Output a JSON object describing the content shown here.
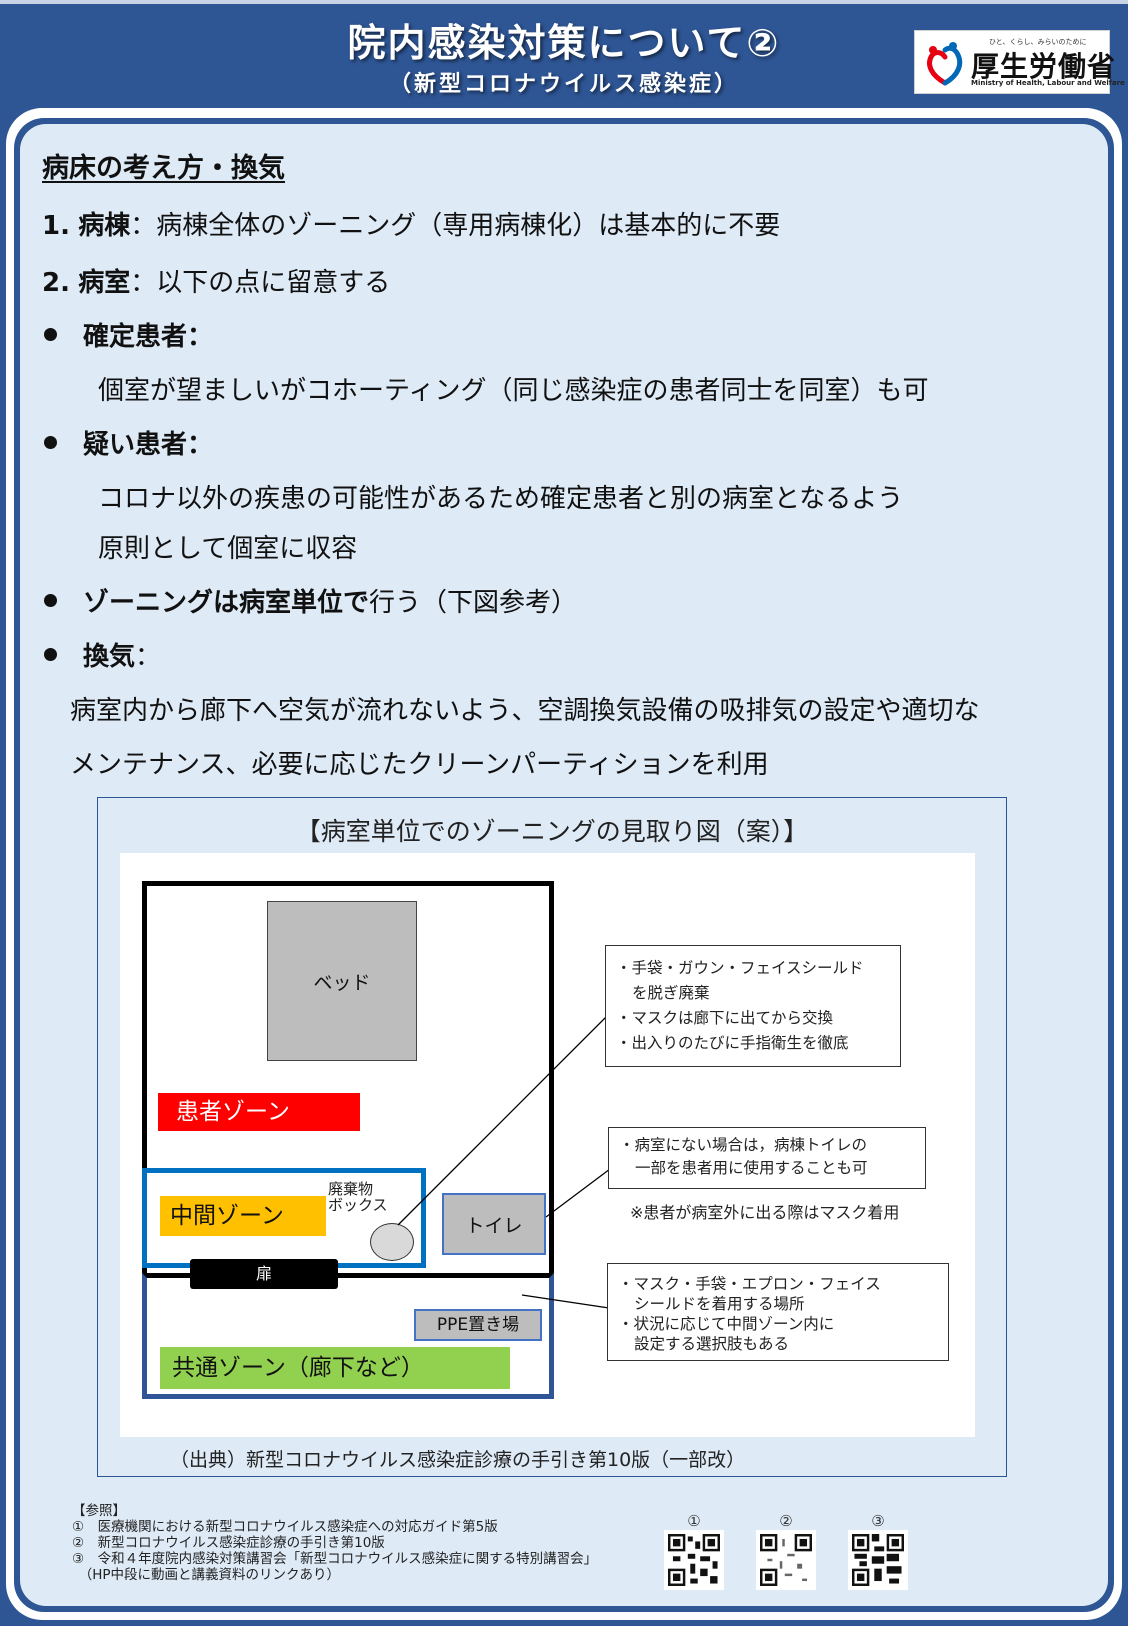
{
  "header": {
    "title": "院内感染対策について②",
    "subtitle": "（新型コロナウイルス感染症）",
    "logo": {
      "tagline": "ひと、くらし、みらいのために",
      "name": "厚生労働省",
      "english": "Ministry of Health, Labour and Welfare",
      "icon": "mhlw-logo-mark"
    }
  },
  "colors": {
    "frame_blue": "#2E5594",
    "panel_bg": "#DEEAF6",
    "patient_zone": "#FF0000",
    "middle_zone": "#FFC000",
    "common_zone": "#92D050",
    "middle_zone_border": "#0070C0"
  },
  "section": {
    "title": "病床の考え方・換気",
    "items": [
      {
        "num": "1.",
        "label": "病棟",
        "sep": "：",
        "text": "病棟全体のゾーニング（専用病棟化）は基本的に不要"
      },
      {
        "num": "2.",
        "label": "病室",
        "sep": "：",
        "text": "以下の点に留意する"
      }
    ],
    "bullets": [
      {
        "label": "確定患者：",
        "lines": [
          "個室が望ましいがコホーティング（同じ感染症の患者同士を同室）も可"
        ]
      },
      {
        "label": "疑い患者：",
        "lines": [
          "コロナ以外の疾患の可能性があるため確定患者と別の病室となるよう",
          "原則として個室に収容"
        ]
      },
      {
        "label": "ゾーニングは病室単位で",
        "suffix": "行う（下図参考）",
        "lines": []
      },
      {
        "label": "換気",
        "suffix": "：",
        "lines": [
          "病室内から廊下へ空気が流れないよう、空調換気設備の吸排気の設定や適切な",
          "メンテナンス、必要に応じたクリーンパーティションを利用"
        ]
      }
    ]
  },
  "figure": {
    "title": "【病室単位でのゾーニングの見取り図（案）】",
    "labels": {
      "bed": "ベッド",
      "patient_zone": "患者ゾーン",
      "middle_zone": "中間ゾーン",
      "waste_box_line1": "廃棄物",
      "waste_box_line2": "ボックス",
      "toilet": "トイレ",
      "door": "扉",
      "ppe": "PPE置き場",
      "common_zone": "共通ゾーン（廊下など）"
    },
    "callouts": {
      "waste": [
        "・手袋・ガウン・フェイスシールド",
        "を脱ぎ廃棄",
        "・マスクは廊下に出てから交換",
        "・出入りのたびに手指衛生を徹底"
      ],
      "toilet": [
        "・病室にない場合は，病棟トイレの",
        "一部を患者用に使用することも可"
      ],
      "toilet_note": "※患者が病室外に出る際はマスク着用",
      "ppe": [
        "・マスク・手袋・エプロン・フェイス",
        "シールドを着用する場所",
        "・状況に応じて中間ゾーン内に",
        "設定する選択肢もある"
      ]
    },
    "source": "（出典）新型コロナウイルス感染症診療の手引き第10版（一部改）"
  },
  "references": {
    "heading": "【参照】",
    "items": [
      "①　医療機関における新型コロナウイルス感染症への対応ガイド第5版",
      "②　新型コロナウイルス感染症診療の手引き第10版",
      "③　令和４年度院内感染対策講習会「新型コロナウイルス感染症に関する特別講習会」",
      "　（HP中段に動画と講義資料のリンクあり）"
    ],
    "qr_codes": [
      {
        "num": "①",
        "icon": "qr-code-icon"
      },
      {
        "num": "②",
        "icon": "qr-code-icon"
      },
      {
        "num": "③",
        "icon": "qr-code-icon"
      }
    ]
  }
}
